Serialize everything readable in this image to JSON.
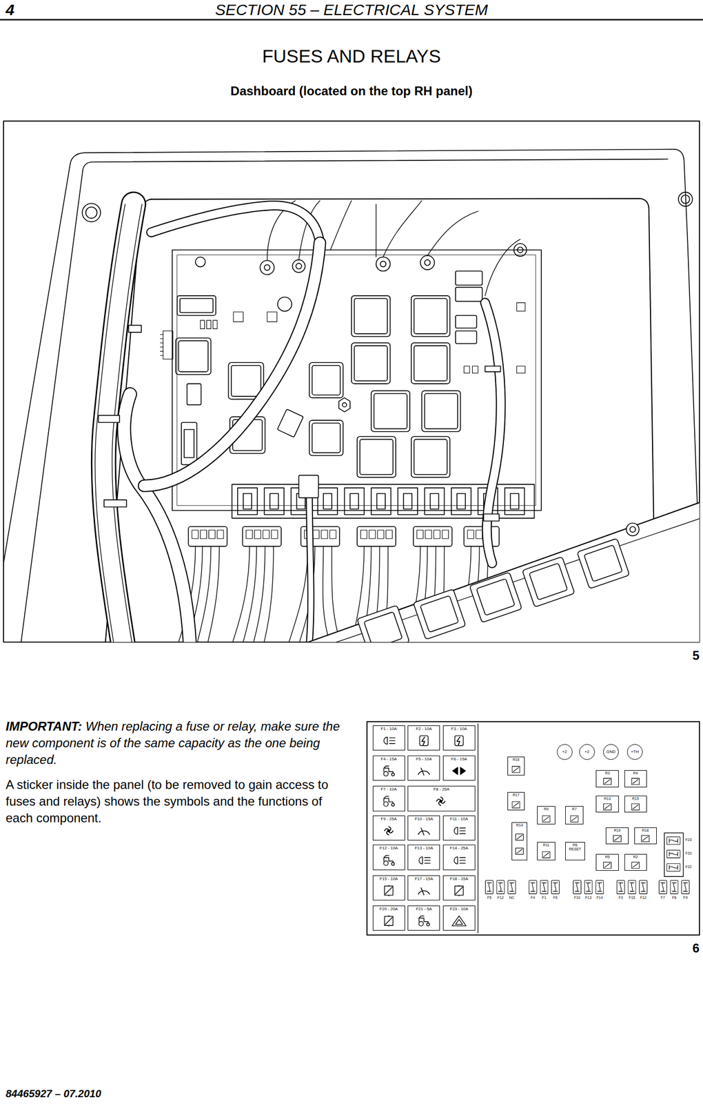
{
  "diagram": {
    "title": "FUSES AND RELAYS",
    "nodes": [
      {
        "text": [
          "F1 - 10A"
        ]
      },
      {
        "text": [
          "F2 - 10A"
        ]
      },
      {
        "text": [
          "F3 - 10A"
        ]
      },
      {
        "text": [
          "F4 - 15A"
        ]
      },
      {
        "text": [
          "F5 - 10A"
        ]
      },
      {
        "text": [
          "F6 - 15A"
        ]
      },
      {
        "text": [
          "F7 - 10A"
        ]
      },
      {
        "text": [
          "F8 - 25A"
        ]
      },
      {
        "text": [
          "F9 - 25A"
        ]
      },
      {
        "text": [
          "F10 - 15A"
        ]
      },
      {
        "text": [
          "F11 - 10A"
        ]
      },
      {
        "text": [
          "F12 - 10A"
        ]
      },
      {
        "text": [
          "F13 - 10A"
        ]
      },
      {
        "text": [
          "F14 - 25A"
        ]
      },
      {
        "text": [
          "F15 - 10A"
        ]
      },
      {
        "text": [
          "F17 - 15A"
        ]
      },
      {
        "text": [
          "F18 - 15A"
        ]
      },
      {
        "text": [
          "F20 - 20A"
        ]
      },
      {
        "text": [
          "F21 - 5A"
        ]
      },
      {
        "text": [
          "F23 - 10A"
        ]
      },
      {
        "text": [
          "+2"
        ]
      },
      {
        "text": [
          "+2"
        ]
      },
      {
        "text": [
          "GND"
        ]
      },
      {
        "text": [
          "+TH"
        ]
      },
      {
        "text": [
          "R16"
        ]
      },
      {
        "text": [
          "R17"
        ]
      },
      {
        "text": [
          "R3"
        ]
      },
      {
        "text": [
          "R4"
        ]
      },
      {
        "text": [
          "R9"
        ]
      },
      {
        "text": [
          "R7"
        ]
      },
      {
        "text": [
          "R13"
        ]
      },
      {
        "text": [
          "R15"
        ]
      },
      {
        "text": [
          "R14"
        ]
      },
      {
        "text": [
          "R19"
        ]
      },
      {
        "text": [
          "R18"
        ]
      },
      {
        "text": [
          "R11"
        ]
      },
      {
        "text": [
          "R6",
          "RESET"
        ]
      },
      {
        "text": [
          "R5"
        ]
      },
      {
        "text": [
          "R2"
        ]
      }
    ],
    "labels": [
      "4",
      "SECTION 55 – ELECTRICAL SYSTEM",
      "Dashboard (located on the top RH panel)",
      "5",
      "IMPORTANT:",
      "When replacing a fuse or relay, make sure the new component is of the same capacity as the one being replaced.",
      "A sticker inside the panel (to be removed to gain access to fuses and relays) shows the symbols and the functions of each component.",
      "6",
      "84465927 – 07.2010",
      "F5",
      "F12",
      "NC",
      "F4",
      "F1",
      "F6",
      "F10",
      "F13",
      "F14",
      "F3",
      "F15",
      "F12",
      "F7",
      "F8",
      "F9",
      "F23",
      "F20",
      "F22"
    ]
  }
}
